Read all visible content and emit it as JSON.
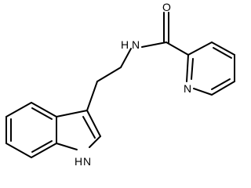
{
  "structure": {
    "atoms": {
      "carbonyl_oxygen": "O",
      "amide_nh": "N",
      "amide_h": "H",
      "pyridine_n": "N",
      "indole_n": "N",
      "indole_h": "H"
    }
  }
}
